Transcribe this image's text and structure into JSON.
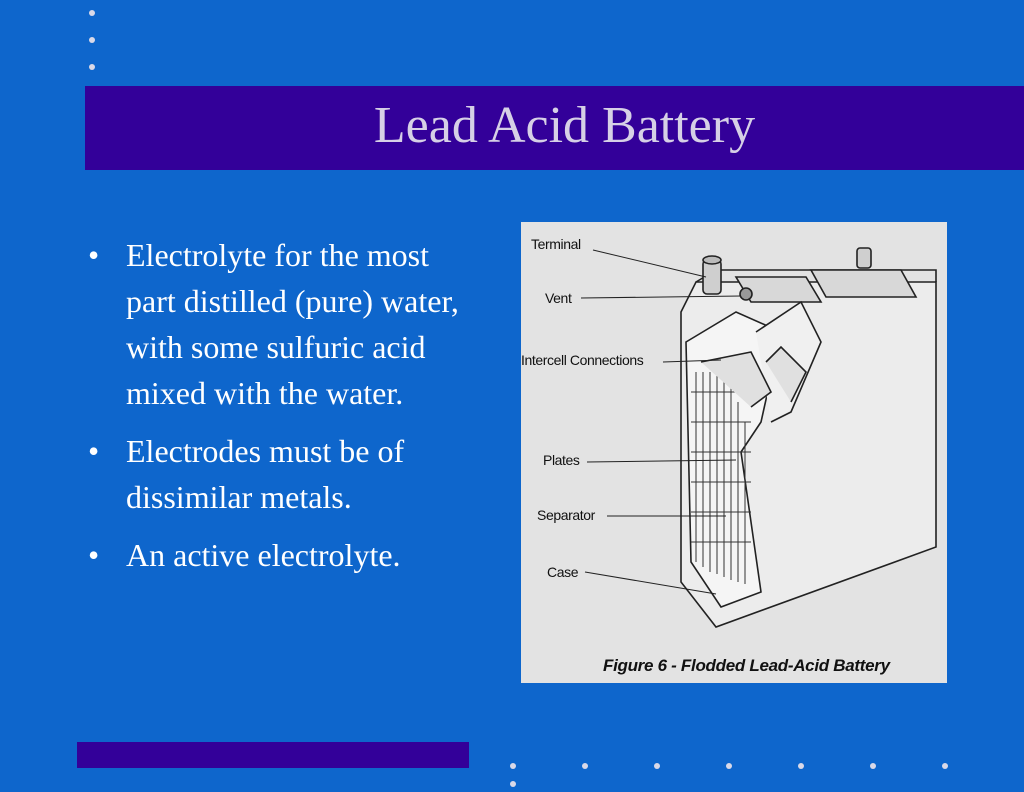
{
  "slide": {
    "title": "Lead Acid Battery",
    "bullets": [
      "Electrolyte for the most part distilled (pure) water, with some sulfuric acid mixed with the water.",
      "Electrodes must be of dissimilar metals.",
      "An active electrolyte."
    ]
  },
  "figure": {
    "labels": {
      "terminal": "Terminal",
      "vent": "Vent",
      "intercell": "Intercell Connections",
      "plates": "Plates",
      "separator": "Separator",
      "case": "Case"
    },
    "caption": "Figure 6  - Flodded Lead-Acid Battery"
  },
  "colors": {
    "background": "#0e66cc",
    "title_band": "#330099",
    "title_text": "#d6d0e6",
    "figure_bg": "#e3e3e3"
  }
}
